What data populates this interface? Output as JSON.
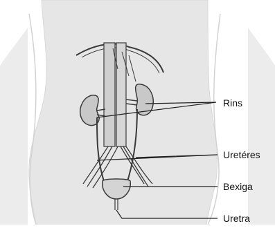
{
  "labels": {
    "rins": "Rins",
    "ureteres": "Uretéres",
    "bexiga": "Bexiga",
    "uretra": "Uretra"
  },
  "colors": {
    "body_silhouette": "#e6e6e6",
    "body_outline": "#d0d0d0",
    "organ_fill": "#c8c8c8",
    "organ_outline": "#3a3a3a",
    "leader_line": "#222222",
    "label_text": "#111111"
  }
}
